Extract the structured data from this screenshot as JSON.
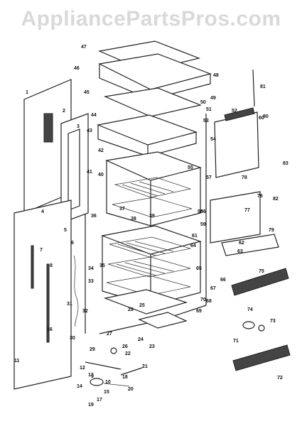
{
  "watermark": "AppliancePartsPros.com",
  "part_labels": [
    "1",
    "2",
    "3",
    "4",
    "5",
    "6",
    "7",
    "8",
    "9",
    "10",
    "11",
    "12",
    "13",
    "14",
    "15",
    "16",
    "17",
    "18",
    "19",
    "20",
    "21",
    "22",
    "23",
    "24",
    "25",
    "26",
    "27",
    "28",
    "29",
    "30",
    "31",
    "32",
    "33",
    "34",
    "35",
    "36",
    "37",
    "38",
    "39",
    "40",
    "41",
    "42",
    "43",
    "44",
    "45",
    "46",
    "47",
    "48",
    "49",
    "50",
    "51",
    "52",
    "53",
    "54",
    "55",
    "56",
    "57",
    "58",
    "59",
    "60",
    "61",
    "62",
    "63",
    "64",
    "65",
    "66",
    "67",
    "68",
    "69",
    "70",
    "71",
    "72",
    "73",
    "74",
    "75",
    "76",
    "77",
    "78",
    "79",
    "80",
    "81",
    "82",
    "83"
  ]
}
